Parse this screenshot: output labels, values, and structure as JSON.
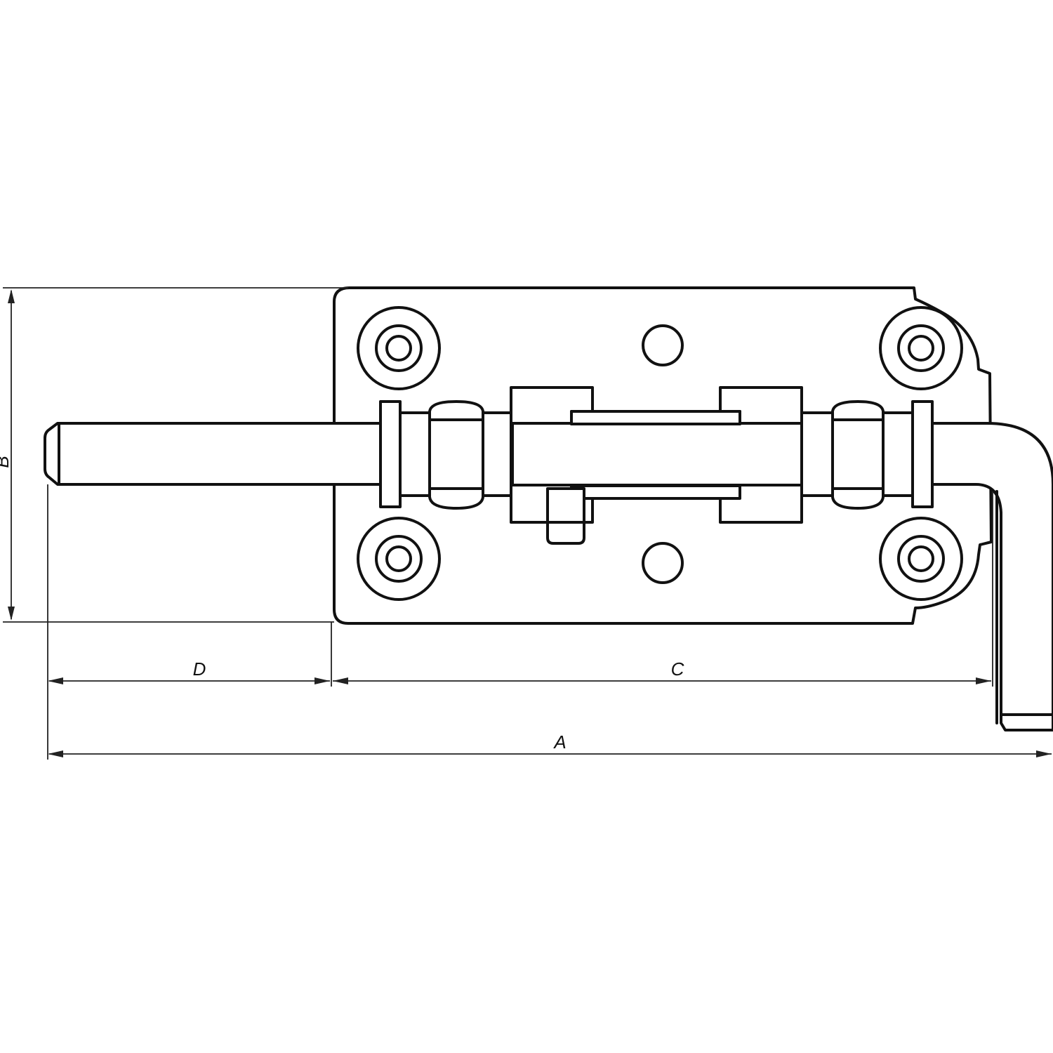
{
  "diagram": {
    "dimensions": [
      {
        "id": "A",
        "label": "A"
      },
      {
        "id": "B",
        "label": "B"
      },
      {
        "id": "C",
        "label": "C"
      },
      {
        "id": "D",
        "label": "D"
      }
    ],
    "colors": {
      "line": "#111111",
      "background": "#ffffff"
    }
  }
}
